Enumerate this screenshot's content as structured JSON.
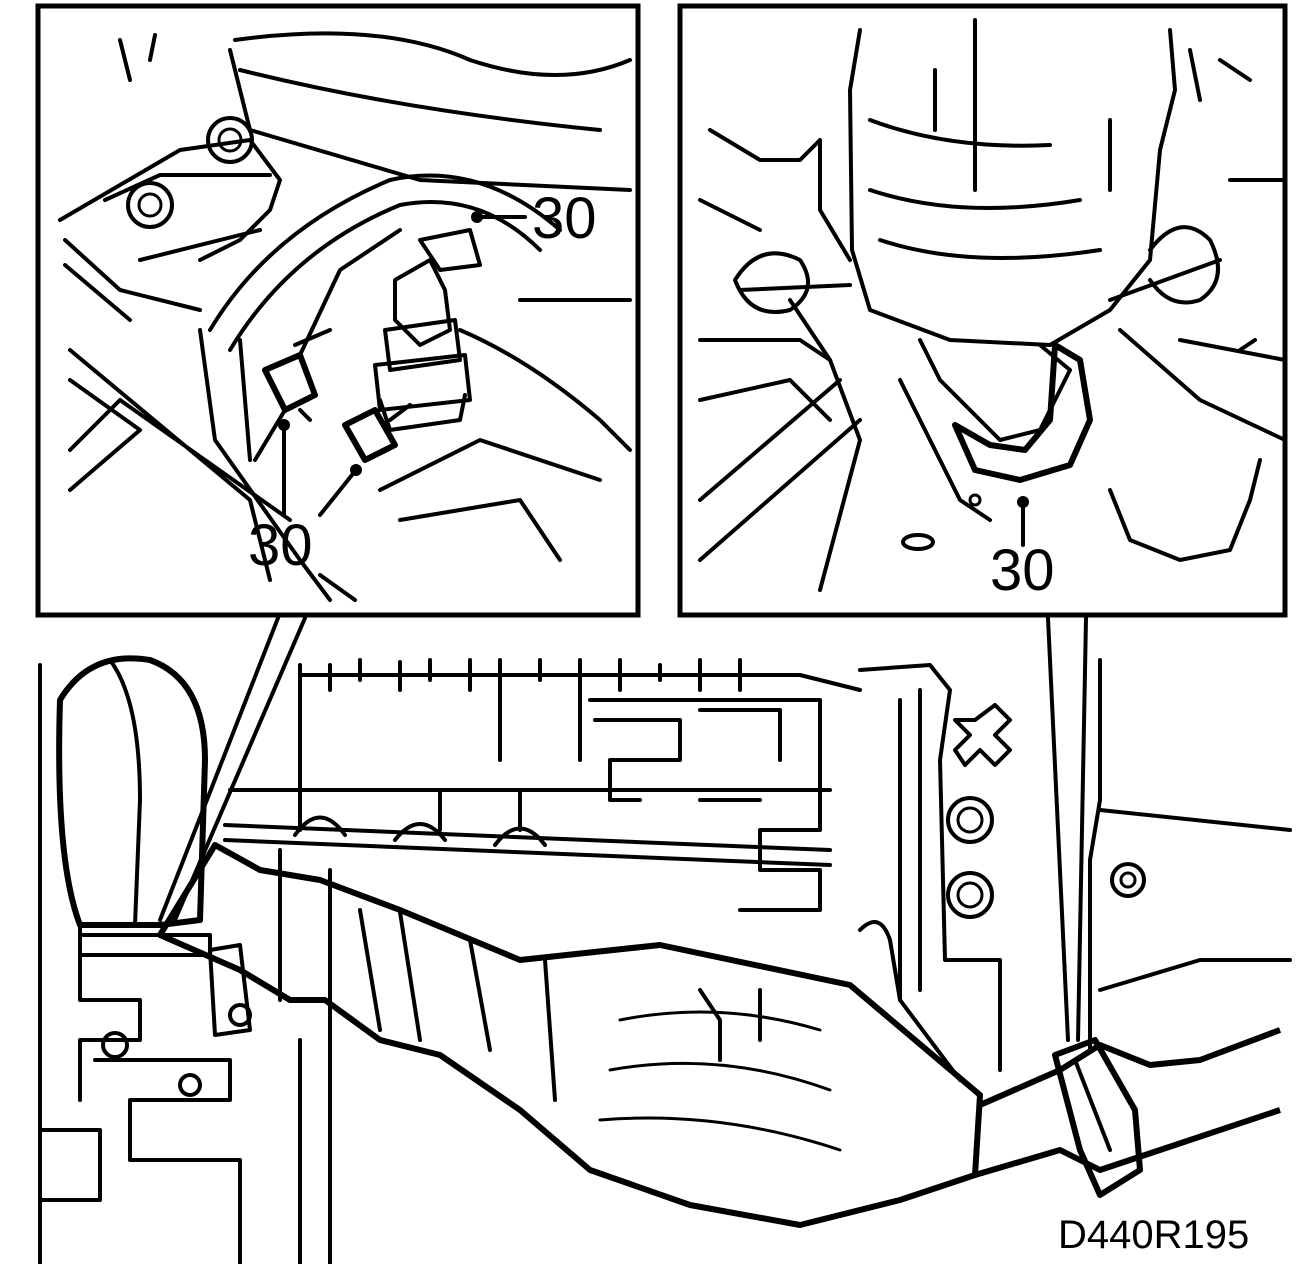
{
  "figure_id": "D440R195",
  "callouts": {
    "left_inset_upper": "30",
    "left_inset_lower": "30",
    "right_inset": "30"
  }
}
